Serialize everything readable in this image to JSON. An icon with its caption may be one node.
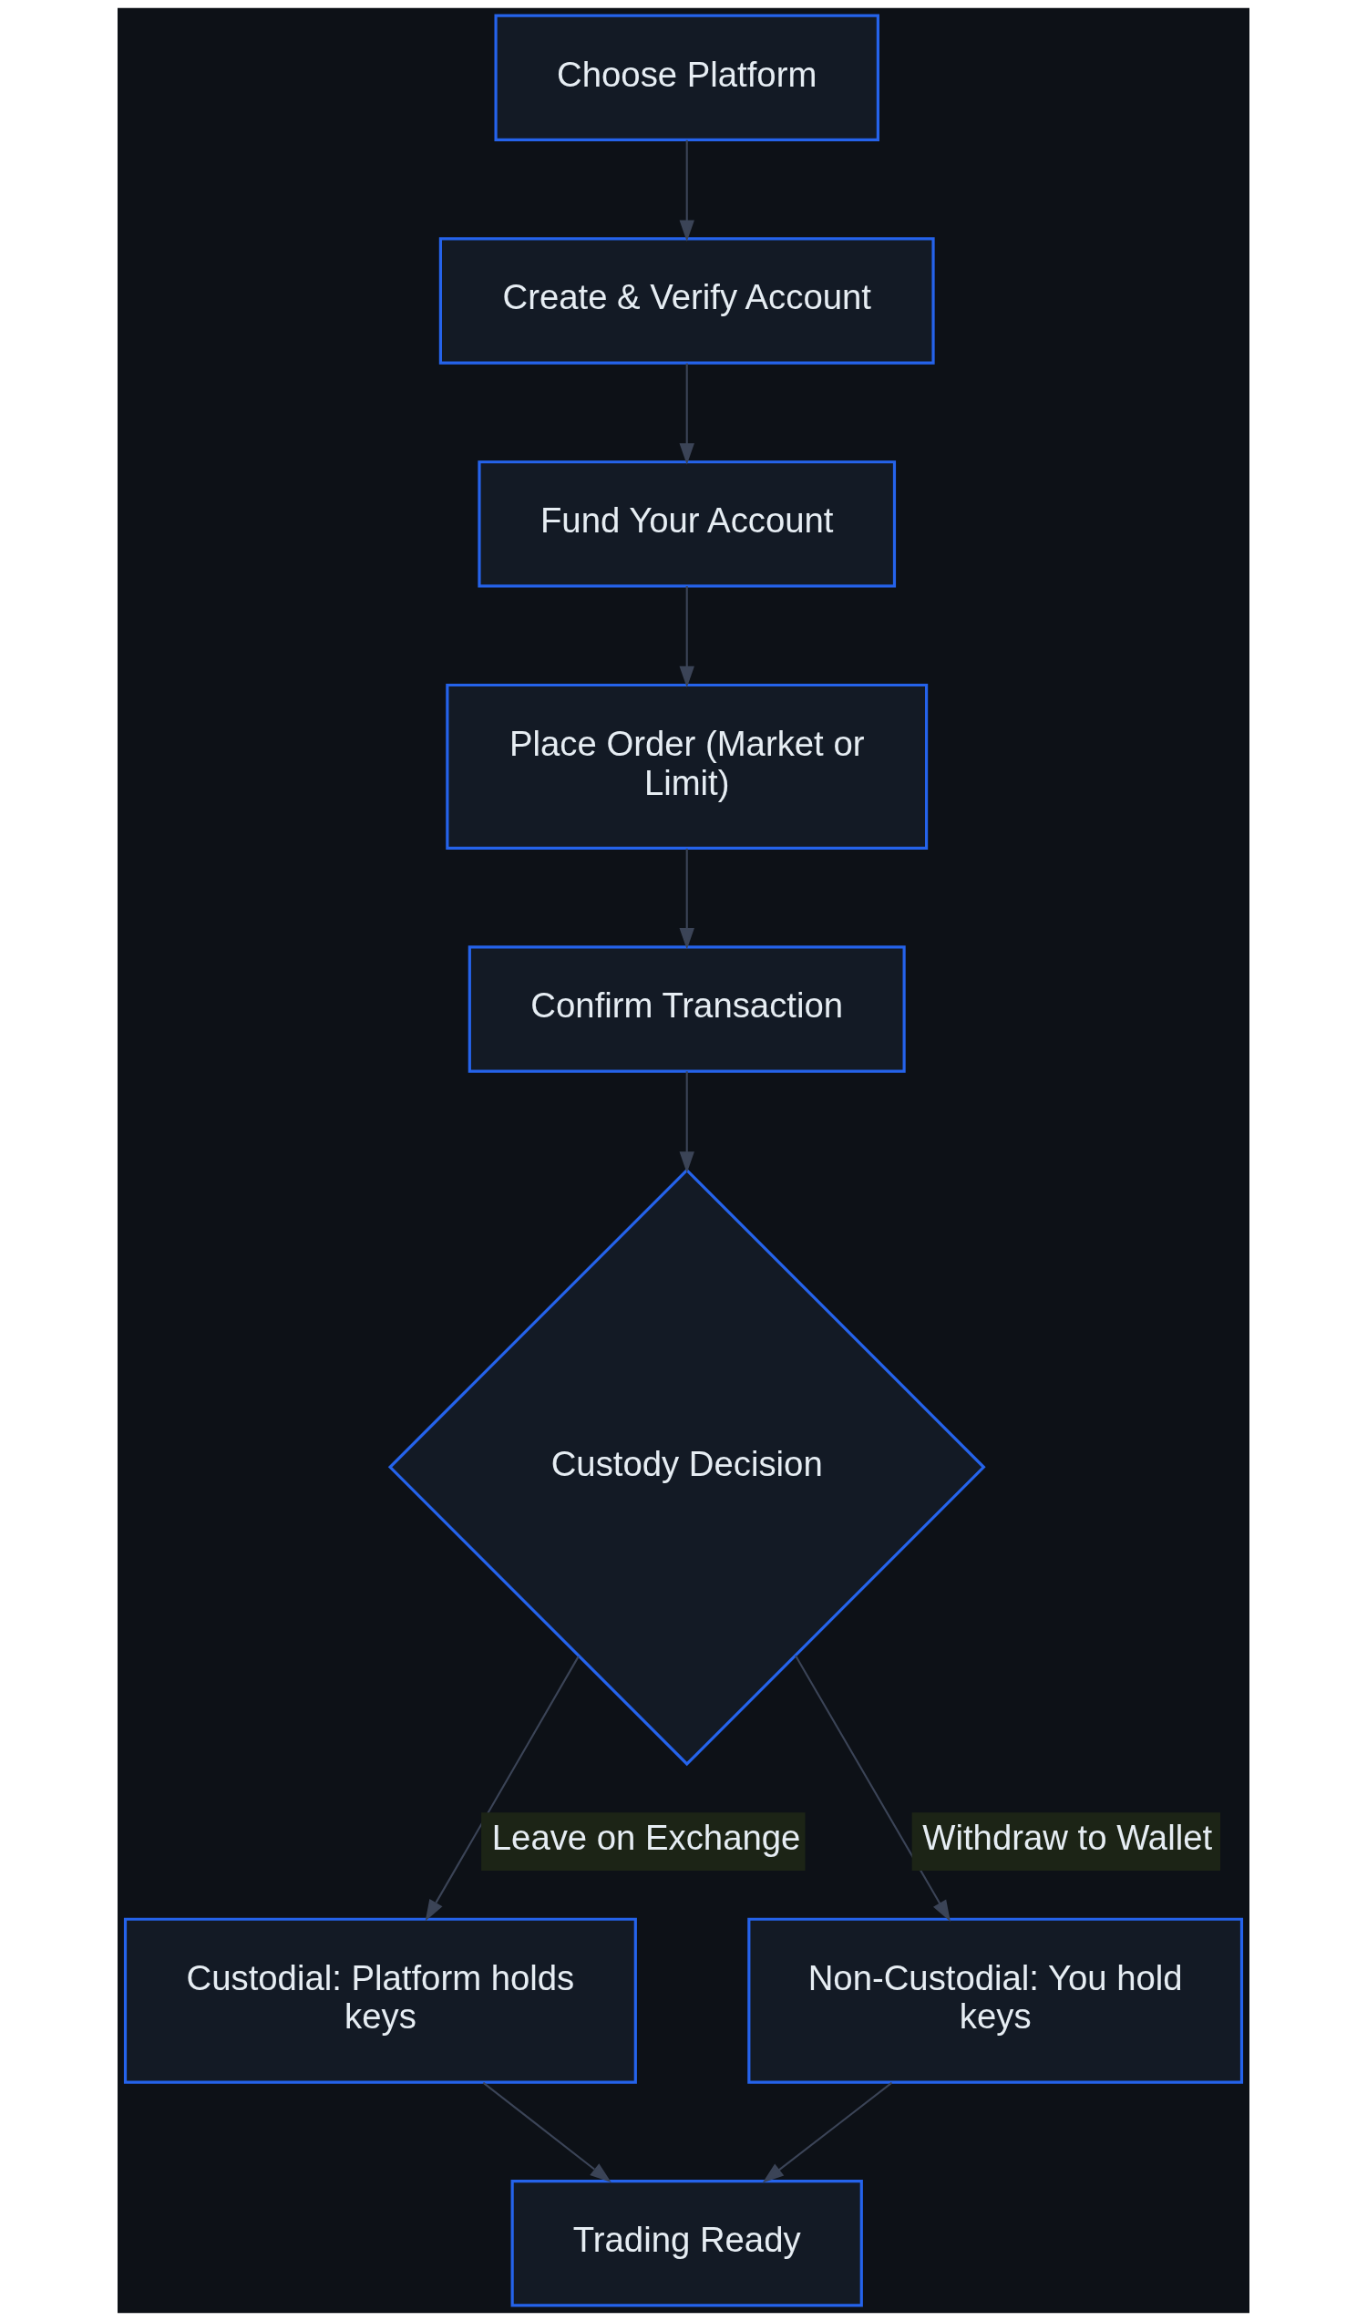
{
  "diagram": {
    "nodes": [
      {
        "text": [
          "Choose Platform"
        ]
      },
      {
        "text": [
          "Create & Verify Account"
        ]
      },
      {
        "text": [
          "Fund Your Account"
        ]
      },
      {
        "text": [
          "Place Order (Market or Limit)"
        ]
      },
      {
        "text": [
          "Confirm Transaction"
        ]
      },
      {
        "text": [
          "Custody Decision"
        ]
      },
      {
        "text": [
          "Custodial: Platform holds keys"
        ]
      },
      {
        "text": [
          "Non-Custodial: You hold keys"
        ]
      },
      {
        "text": [
          "Trading Ready"
        ]
      }
    ],
    "edges": [
      {
        "from": 0,
        "to": 1,
        "arrow": "to"
      },
      {
        "from": 1,
        "to": 2,
        "arrow": "to"
      },
      {
        "from": 2,
        "to": 3,
        "arrow": "to"
      },
      {
        "from": 3,
        "to": 4,
        "arrow": "to"
      },
      {
        "from": 4,
        "to": 5,
        "arrow": "to"
      },
      {
        "from": 5,
        "to": 6,
        "arrow": "to",
        "label": "Leave on Exchange"
      },
      {
        "from": 5,
        "to": 7,
        "arrow": "to",
        "label": "Withdraw to Wallet"
      },
      {
        "from": 6,
        "to": 8,
        "arrow": "to"
      },
      {
        "from": 7,
        "to": 8,
        "arrow": "to"
      }
    ]
  }
}
